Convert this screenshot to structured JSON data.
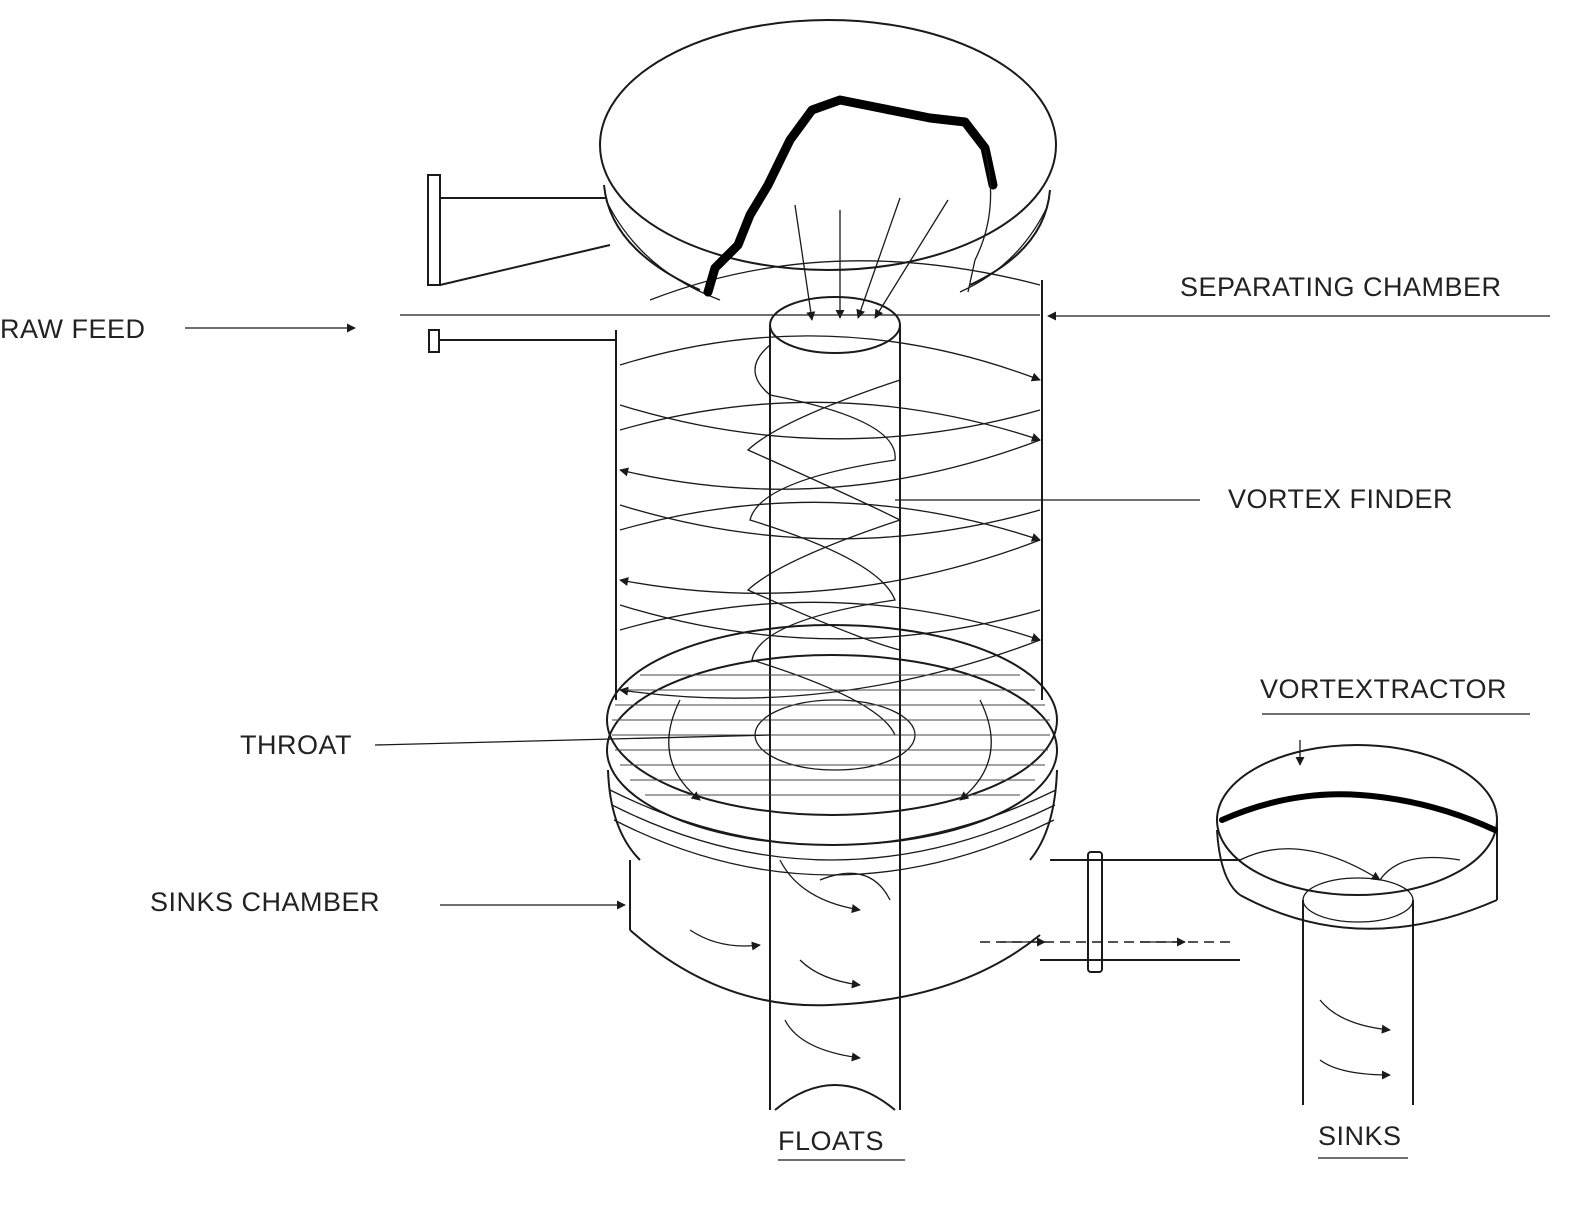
{
  "labels": {
    "raw_feed": "RAW FEED",
    "separating_chamber": "SEPARATING CHAMBER",
    "vortex_finder": "VORTEX FINDER",
    "throat": "THROAT",
    "vortextractor": "VORTEXTRACTOR",
    "sinks_chamber": "SINKS CHAMBER",
    "floats": "FLOATS",
    "sinks": "SINKS"
  }
}
